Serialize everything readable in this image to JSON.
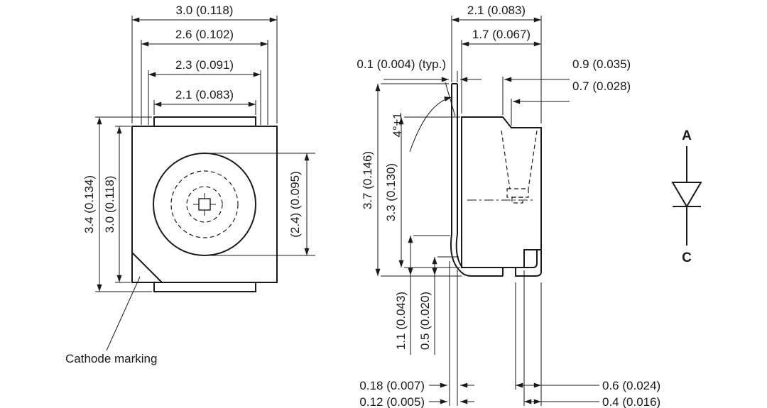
{
  "colors": {
    "ink": "#1a1a1a",
    "background": "#ffffff"
  },
  "top_view": {
    "dim_w1": "3.0 (0.118)",
    "dim_w2": "2.6 (0.102)",
    "dim_w3": "2.3 (0.091)",
    "dim_w4": "2.1 (0.083)",
    "dim_h1": "3.4 (0.134)",
    "dim_h2": "3.0 (0.118)",
    "dim_lens": "(2.4) (0.095)",
    "cathode_label": "Cathode marking"
  },
  "side_view": {
    "dim_w1": "2.1 (0.083)",
    "dim_w2": "1.7 (0.067)",
    "dim_gap": "0.1 (0.004) (typ.)",
    "dim_s1": "0.9 (0.035)",
    "dim_s2": "0.7 (0.028)",
    "dim_angle": "4°±1",
    "dim_h1": "3.7 (0.146)",
    "dim_h2": "3.3 (0.130)",
    "dim_l1": "1.1 (0.043)",
    "dim_l2": "0.5 (0.020)",
    "dim_t1": "0.18 (0.007)",
    "dim_t2": "0.12 (0.005)",
    "dim_r1": "0.6 (0.024)",
    "dim_r2": "0.4 (0.016)"
  },
  "symbol": {
    "anode": "A",
    "cathode": "C"
  }
}
